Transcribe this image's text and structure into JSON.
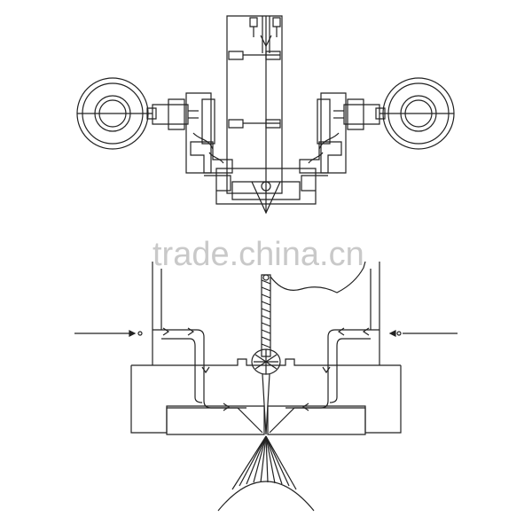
{
  "watermark": {
    "text": "trade.china.cn"
  },
  "colors": {
    "line": "#222222",
    "background": "#ffffff",
    "watermark": "#c9c9c9"
  },
  "figures": [
    {
      "name": "top-assembly-view"
    },
    {
      "name": "bottom-flow-schematic"
    }
  ]
}
